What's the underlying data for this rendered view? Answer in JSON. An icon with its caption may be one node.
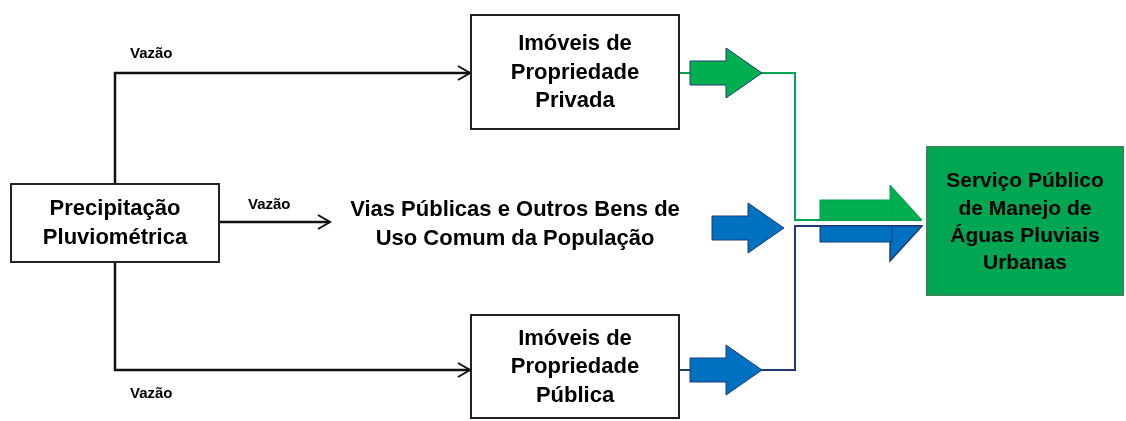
{
  "diagram": {
    "nodes": [
      {
        "text": [
          "Precipitação Pluviométrica"
        ]
      },
      {
        "text": [
          "Imóveis de Propriedade Privada"
        ]
      },
      {
        "text": [
          "Vias Públicas e Outros Bens de Uso Comum da População"
        ]
      },
      {
        "text": [
          "Imóveis de Propriedade Pública"
        ]
      },
      {
        "text": [
          "Serviço Público de Manejo de Águas Pluviais Urbanas"
        ]
      }
    ],
    "edges": [
      {
        "from": 0,
        "to": 1,
        "arrow": "to",
        "label": "Vazão"
      },
      {
        "from": 0,
        "to": 2,
        "arrow": "to",
        "label": "Vazão"
      },
      {
        "from": 0,
        "to": 3,
        "arrow": "to",
        "label": "Vazão"
      },
      {
        "from": 1,
        "to": null,
        "arrow": "to",
        "style": "thick",
        "color": "#00b050"
      },
      {
        "from": 2,
        "to": null,
        "arrow": "to",
        "style": "thick",
        "color": "#0070c0"
      },
      {
        "from": 3,
        "to": null,
        "arrow": "to",
        "style": "thick",
        "color": "#0070c0"
      },
      {
        "from": 1,
        "to": 4,
        "arrow": "to",
        "color": "#00a651"
      },
      {
        "from": 3,
        "to": 4,
        "arrow": "to",
        "color": "#1f3a7a"
      }
    ]
  }
}
